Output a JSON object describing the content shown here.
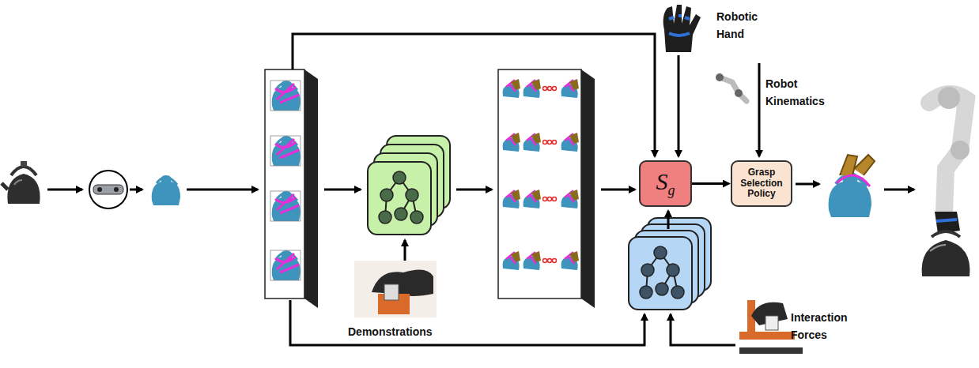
{
  "diagram": {
    "nodes": [
      {
        "text": [
          "Sg"
        ]
      },
      {
        "text": [
          "Grasp Selection Policy"
        ]
      }
    ],
    "edges": [
      {
        "from": 0,
        "to": 1,
        "arrow": "to"
      }
    ],
    "labels": [
      "Robotic Hand",
      "Robot Kinematics",
      "Demonstrations",
      "Interaction Forces"
    ]
  }
}
